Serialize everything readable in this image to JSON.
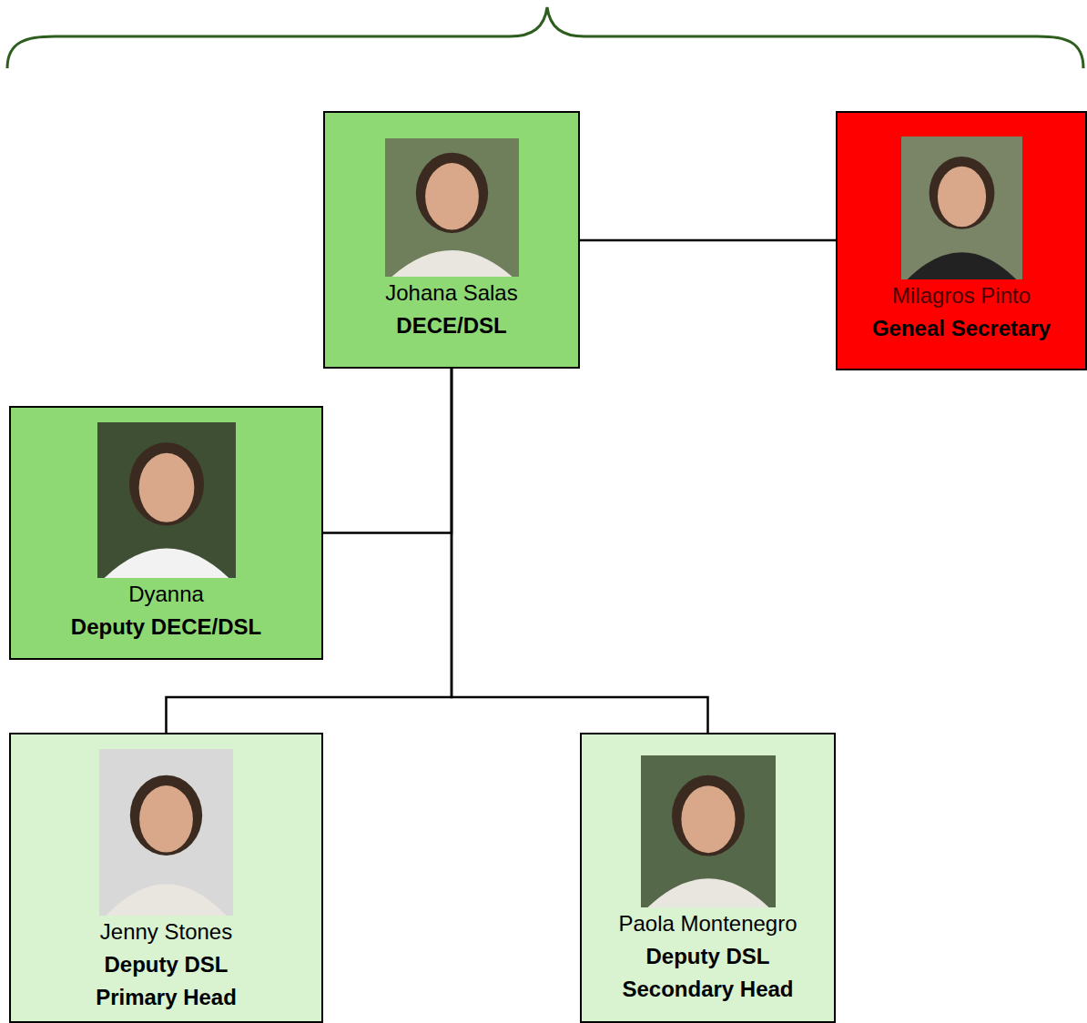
{
  "diagram": {
    "nodes": [
      {
        "text": [
          "Johana Salas",
          "DECE/DSL"
        ]
      },
      {
        "text": [
          "Milagros Pinto",
          "Geneal Secretary"
        ]
      },
      {
        "text": [
          "Dyanna",
          "Deputy DECE/DSL"
        ]
      },
      {
        "text": [
          "Jenny Stones",
          "Deputy DSL",
          "Primary Head"
        ]
      },
      {
        "text": [
          "Paola Montenegro",
          "Deputy DSL",
          "Secondary Head"
        ]
      }
    ],
    "edges": [
      {
        "from": 0,
        "to": 1,
        "arrow": "none"
      },
      {
        "from": 0,
        "to": 2,
        "arrow": "none"
      },
      {
        "from": 0,
        "to": 3,
        "arrow": "none"
      },
      {
        "from": 0,
        "to": 4,
        "arrow": "none"
      }
    ]
  }
}
